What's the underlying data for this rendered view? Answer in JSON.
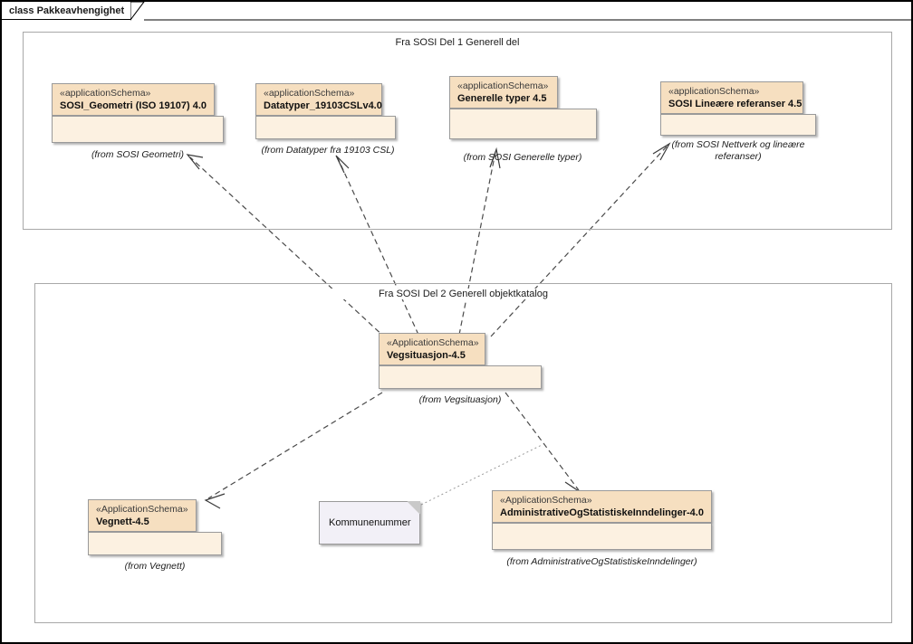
{
  "window": {
    "title_tab": "class Pakkeavhengighet"
  },
  "frames": [
    {
      "id": "frame-del1",
      "label": "Fra SOSI Del 1 Generell del"
    },
    {
      "id": "frame-del2",
      "label": "Fra SOSI Del 2 Generell objektkatalog"
    }
  ],
  "packages": [
    {
      "id": "pkg-sosi-geometri",
      "stereotype": "«applicationSchema»",
      "name": "SOSI_Geometri (ISO 19107) 4.0",
      "from": "(from SOSI Geometri)"
    },
    {
      "id": "pkg-datatyper",
      "stereotype": "«applicationSchema»",
      "name": "Datatyper_19103CSLv4.0",
      "from": "(from Datatyper fra 19103 CSL)"
    },
    {
      "id": "pkg-generelle-typer",
      "stereotype": "«applicationSchema»",
      "name": "Generelle typer 4.5",
      "from": "(from SOSI Generelle typer)"
    },
    {
      "id": "pkg-lineaere-referanser",
      "stereotype": "«applicationSchema»",
      "name": "SOSI Lineære referanser 4.5",
      "from_line1": "(from SOSI Nettverk og lineære",
      "from_line2": "referanser)"
    },
    {
      "id": "pkg-vegsituasjon",
      "stereotype": "«ApplicationSchema»",
      "name": "Vegsituasjon-4.5",
      "from": "(from Vegsituasjon)"
    },
    {
      "id": "pkg-vegnett",
      "stereotype": "«ApplicationSchema»",
      "name": "Vegnett-4.5",
      "from": "(from Vegnett)"
    },
    {
      "id": "pkg-administrative",
      "stereotype": "«ApplicationSchema»",
      "name": "AdministrativeOgStatistiskeInndelinger-4.0",
      "from": "(from AdministrativeOgStatistiskeInndelinger)"
    }
  ],
  "note": {
    "id": "note-kommunenummer",
    "text": "Kommunenummer"
  },
  "colors": {
    "package_header_fill": "#f6dfc0",
    "package_body_fill": "#fcf1e1",
    "package_border": "#9a9a9a",
    "note_fill": "#f2f0f7",
    "frame_border": "#a8a8a8",
    "dependency_line": "#4a4a4a",
    "note_link_line": "#9a9a9a",
    "canvas_background": "#ffffff"
  },
  "dependencies": [
    {
      "id": "dep-vegsituasjon-to-sosi-geometri",
      "source": "pkg-vegsituasjon",
      "target": "pkg-sosi-geometri"
    },
    {
      "id": "dep-vegsituasjon-to-datatyper",
      "source": "pkg-vegsituasjon",
      "target": "pkg-datatyper"
    },
    {
      "id": "dep-vegsituasjon-to-generelle-typer",
      "source": "pkg-vegsituasjon",
      "target": "pkg-generelle-typer"
    },
    {
      "id": "dep-vegsituasjon-to-lineaere-referanser",
      "source": "pkg-vegsituasjon",
      "target": "pkg-lineaere-referanser"
    },
    {
      "id": "dep-vegsituasjon-to-vegnett",
      "source": "pkg-vegsituasjon",
      "target": "pkg-vegnett"
    },
    {
      "id": "dep-vegsituasjon-to-administrative",
      "source": "pkg-vegsituasjon",
      "target": "pkg-administrative"
    }
  ],
  "note_links": [
    {
      "id": "link-kommunenummer",
      "source": "note-kommunenummer",
      "target": "dep-vegsituasjon-to-administrative"
    }
  ]
}
